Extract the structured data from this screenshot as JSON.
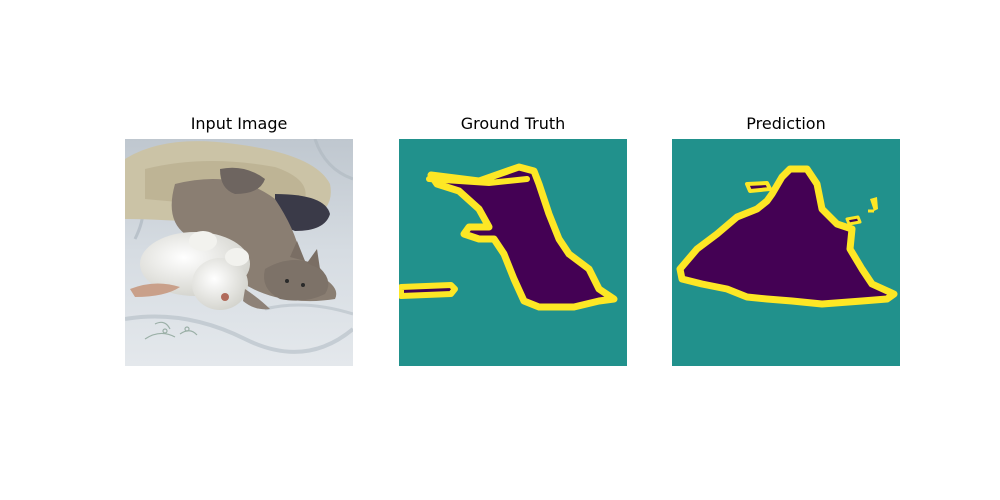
{
  "figure": {
    "panels": [
      {
        "title": "Input Image"
      },
      {
        "title": "Ground Truth"
      },
      {
        "title": "Prediction"
      }
    ]
  },
  "colors": {
    "mask_background": "#21918c",
    "mask_object": "#440154",
    "mask_boundary": "#fde725",
    "bed_sheet": "#d9dfe4",
    "pillow": "#cfc6aa",
    "cat_fur": "#8c7f72",
    "toy": "#eeeeea"
  }
}
